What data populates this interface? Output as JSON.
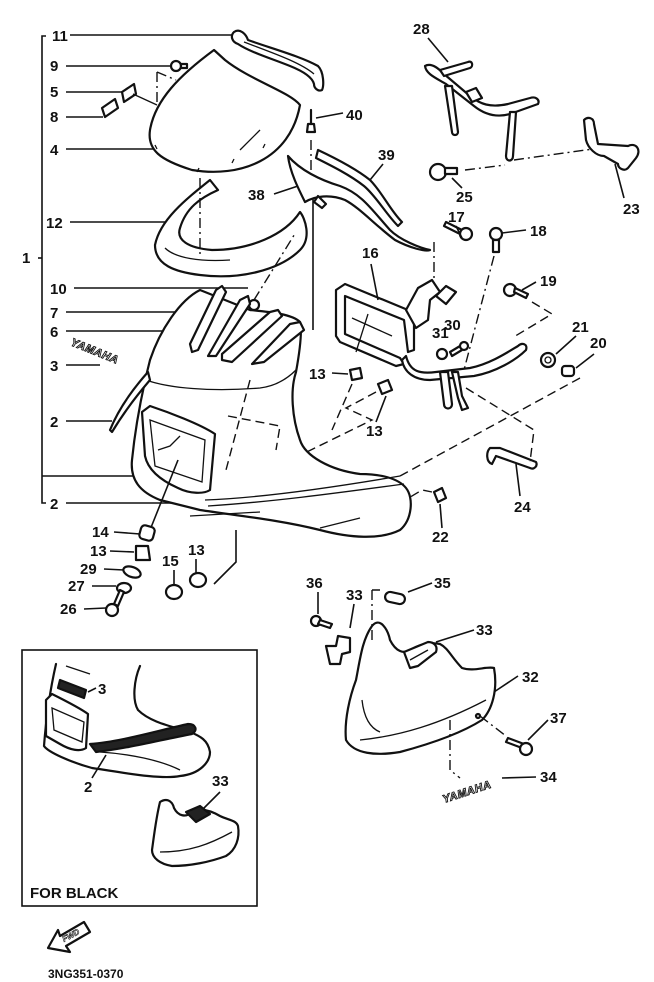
{
  "diagram": {
    "title": "Fairing / Cowling exploded parts diagram",
    "part_number_code": "3NG351-0370",
    "inset_caption": "FOR BLACK",
    "direction_marker": "FWD",
    "decal_text": "YAMAHA",
    "bracket_group_label": "1",
    "callouts": {
      "c11": "11",
      "c9": "9",
      "c5": "5",
      "c8": "8",
      "c4": "4",
      "c12": "12",
      "c1": "1",
      "c10": "10",
      "c7": "7",
      "c6": "6",
      "c3": "3",
      "c2a": "2",
      "c2b": "2",
      "c40": "40",
      "c38": "38",
      "c39": "39",
      "c28": "28",
      "c25": "25",
      "c23": "23",
      "c17": "17",
      "c18": "18",
      "c16": "16",
      "c19": "19",
      "c31": "31",
      "c30": "30",
      "c21": "21",
      "c20": "20",
      "c13a": "13",
      "c13b": "13",
      "c24": "24",
      "c22": "22",
      "c14": "14",
      "c13c": "13",
      "c29": "29",
      "c27": "27",
      "c26": "26",
      "c15": "15",
      "c13d": "13",
      "c36": "36",
      "c33a": "33",
      "c35": "35",
      "c33b": "33",
      "c32": "32",
      "c37": "37",
      "c34": "34",
      "inset3": "3",
      "inset2": "2",
      "inset33": "33"
    }
  }
}
